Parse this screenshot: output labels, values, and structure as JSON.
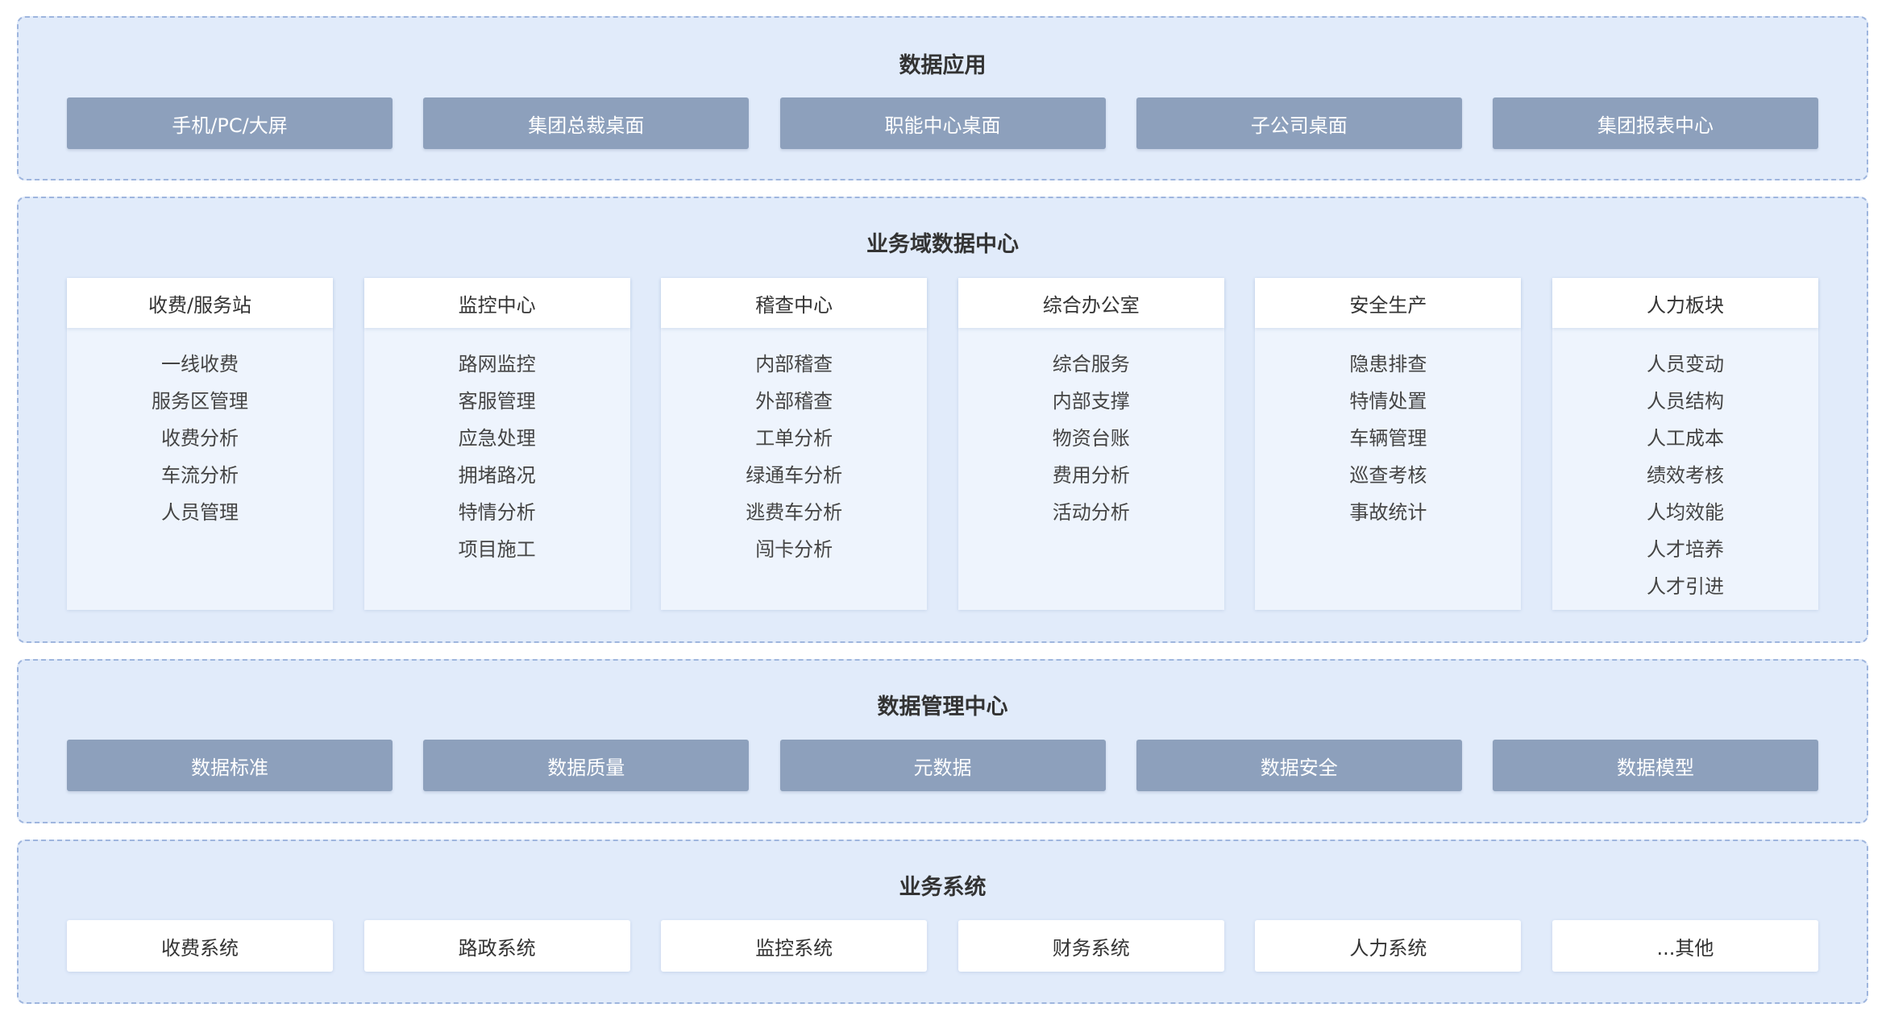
{
  "data_app": {
    "title": "数据应用",
    "items": [
      "手机/PC/大屏",
      "集团总裁桌面",
      "职能中心桌面",
      "子公司桌面",
      "集团报表中心"
    ]
  },
  "domain_center": {
    "title": "业务域数据中心",
    "columns": [
      {
        "title": "收费/服务站",
        "items": [
          "一线收费",
          "服务区管理",
          "收费分析",
          "车流分析",
          "人员管理"
        ]
      },
      {
        "title": "监控中心",
        "items": [
          "路网监控",
          "客服管理",
          "应急处理",
          "拥堵路况",
          "特情分析",
          "项目施工"
        ]
      },
      {
        "title": "稽查中心",
        "items": [
          "内部稽查",
          "外部稽查",
          "工单分析",
          "绿通车分析",
          "逃费车分析",
          "闯卡分析"
        ]
      },
      {
        "title": "综合办公室",
        "items": [
          "综合服务",
          "内部支撑",
          "物资台账",
          "费用分析",
          "活动分析"
        ]
      },
      {
        "title": "安全生产",
        "items": [
          "隐患排查",
          "特情处置",
          "车辆管理",
          "巡查考核",
          "事故统计"
        ]
      },
      {
        "title": "人力板块",
        "items": [
          "人员变动",
          "人员结构",
          "人工成本",
          "绩效考核",
          "人均效能",
          "人才培养",
          "人才引进"
        ]
      }
    ]
  },
  "data_mgmt": {
    "title": "数据管理中心",
    "items": [
      "数据标准",
      "数据质量",
      "元数据",
      "数据安全",
      "数据模型"
    ]
  },
  "biz_system": {
    "title": "业务系统",
    "items": [
      "收费系统",
      "路政系统",
      "监控系统",
      "财务系统",
      "人力系统",
      "...其他"
    ]
  }
}
